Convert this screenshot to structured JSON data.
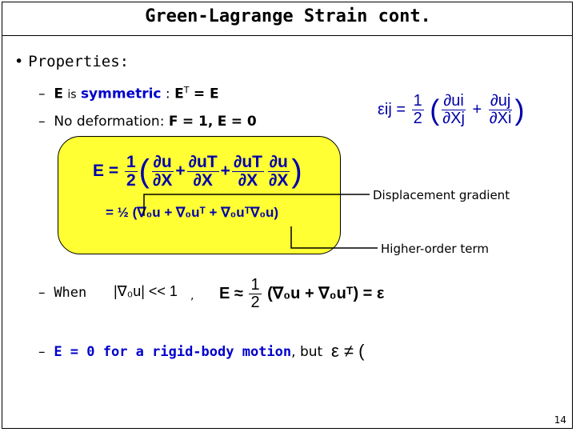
{
  "slide": {
    "title": "Green-Lagrange Strain cont.",
    "page_number": "14"
  },
  "bullets": {
    "properties_label": "Properties:",
    "symmetric": {
      "dash": "–",
      "subject": "E",
      "is": "is",
      "word": "symmetric",
      "colon": ":",
      "lhs": "E",
      "sup": "T",
      "eq": "= E"
    },
    "no_deformation": {
      "dash": "–",
      "text": "No deformation:",
      "F": "F",
      "eq1": "= 1,",
      "E": "E",
      "eq2": "= 0"
    },
    "when": {
      "dash": "–",
      "text": "When",
      "cond": "|∇₀u| << 1",
      "comma": ","
    },
    "rigid": {
      "dash": "–",
      "text": "E = 0 for a rigid-body motion",
      "comma": ",",
      "but": "but"
    }
  },
  "callouts": {
    "displacement_gradient": "Displacement gradient",
    "higher_order_term": "Higher-order term"
  },
  "equations": {
    "eps_ij": {
      "lhs": "εij =",
      "half_num": "1",
      "half_den": "2",
      "t1_num": "∂ui",
      "t1_den": "∂Xj",
      "plus": "+",
      "t2_num": "∂uj",
      "t2_den": "∂Xi"
    },
    "E_def": {
      "lhs": "E =",
      "half_num": "1",
      "half_den": "2",
      "a_num": "∂u",
      "a_den": "∂X",
      "b_num": "∂uT",
      "b_den": "∂X",
      "c_num": "∂uT",
      "c_den": "∂X",
      "d_num": "∂u",
      "d_den": "∂X",
      "plus": "+"
    },
    "E_grad": {
      "eq": "=",
      "half": "½",
      "body": "(∇₀u + ∇₀uᵀ + ∇₀uᵀ∇₀u)"
    },
    "E_approx": {
      "lhs": "E ≈",
      "half_num": "1",
      "half_den": "2",
      "body": "(∇₀u + ∇₀uᵀ) = ε"
    },
    "eps_neq": "ε ≠ (",
    "colors": {
      "math": "#0000aa",
      "highlight": "#ffff33",
      "keyword": "#0000cc"
    }
  }
}
